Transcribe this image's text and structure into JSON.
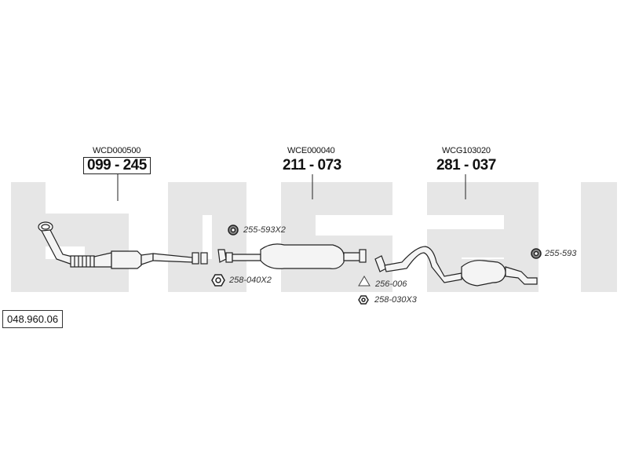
{
  "catalog_number": "048.960.06",
  "parts": [
    {
      "ref": "WCD000500",
      "number": "099 - 245",
      "boxed": true
    },
    {
      "ref": "WCE000040",
      "number": "211 - 073",
      "boxed": false
    },
    {
      "ref": "WCG103020",
      "number": "281 - 037",
      "boxed": false
    }
  ],
  "accessories": [
    {
      "code": "255-593X2",
      "icon": "clamp-icon"
    },
    {
      "code": "258-040X2",
      "icon": "nut-icon"
    },
    {
      "code": "256-006",
      "icon": "gasket-icon"
    },
    {
      "code": "258-030X3",
      "icon": "nut-icon"
    },
    {
      "code": "255-593",
      "icon": "clamp-icon"
    }
  ],
  "watermark_text": "bosal",
  "colors": {
    "watermark": "#e6e6e6",
    "line": "#222222",
    "pipe_fill": "#f4f4f4"
  }
}
